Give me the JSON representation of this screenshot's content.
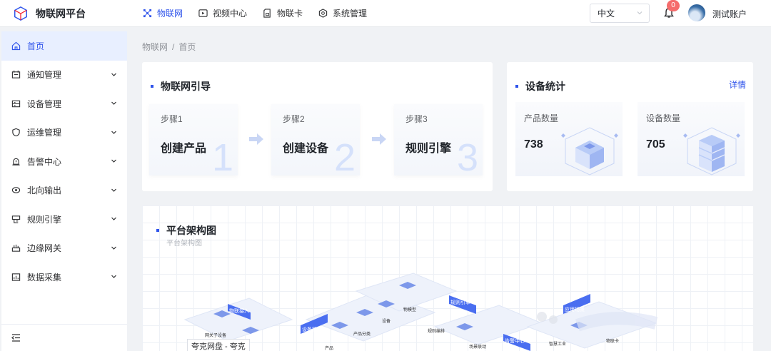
{
  "app": {
    "title": "物联网平台"
  },
  "topnav": [
    {
      "label": "物联网",
      "icon": "grid-icon",
      "active": true
    },
    {
      "label": "视频中心",
      "icon": "video-icon",
      "active": false
    },
    {
      "label": "物联卡",
      "icon": "sim-card-icon",
      "active": false
    },
    {
      "label": "系统管理",
      "icon": "settings-cube-icon",
      "active": false
    }
  ],
  "header": {
    "language": "中文",
    "notification_count": "0",
    "username": "测试账户"
  },
  "sidebar": {
    "items": [
      {
        "label": "首页",
        "icon": "home-icon"
      },
      {
        "label": "通知管理",
        "icon": "notification-icon"
      },
      {
        "label": "设备管理",
        "icon": "device-icon"
      },
      {
        "label": "运维管理",
        "icon": "ops-icon"
      },
      {
        "label": "告警中心",
        "icon": "alarm-icon"
      },
      {
        "label": "北向输出",
        "icon": "output-icon"
      },
      {
        "label": "规则引擎",
        "icon": "rule-icon"
      },
      {
        "label": "边缘网关",
        "icon": "gateway-icon"
      },
      {
        "label": "数据采集",
        "icon": "data-collect-icon"
      }
    ]
  },
  "breadcrumb": [
    "物联网",
    "首页"
  ],
  "guide": {
    "title": "物联网引导",
    "steps": [
      {
        "label": "步骤1",
        "name": "创建产品",
        "number": "1"
      },
      {
        "label": "步骤2",
        "name": "创建设备",
        "number": "2"
      },
      {
        "label": "步骤3",
        "name": "规则引擎",
        "number": "3"
      }
    ]
  },
  "stats": {
    "title": "设备统计",
    "detail_link": "详情",
    "items": [
      {
        "label": "产品数量",
        "value": "738"
      },
      {
        "label": "设备数量",
        "value": "705"
      }
    ]
  },
  "architecture": {
    "title": "平台架构图",
    "subtitle": "平台架构图",
    "labels": [
      "物联接入",
      "设备管理",
      "规则引擎",
      "告警中心",
      "应用场景",
      "网关子设备",
      "产品分类",
      "物模型",
      "规则编排",
      "场景联动",
      "设备",
      "产品",
      "智慧工业",
      "物联卡"
    ]
  },
  "overlay": {
    "watermark": "夸克网盘 - 夸克"
  },
  "colors": {
    "accent": "#2f54eb",
    "badge": "#f56c6c"
  }
}
